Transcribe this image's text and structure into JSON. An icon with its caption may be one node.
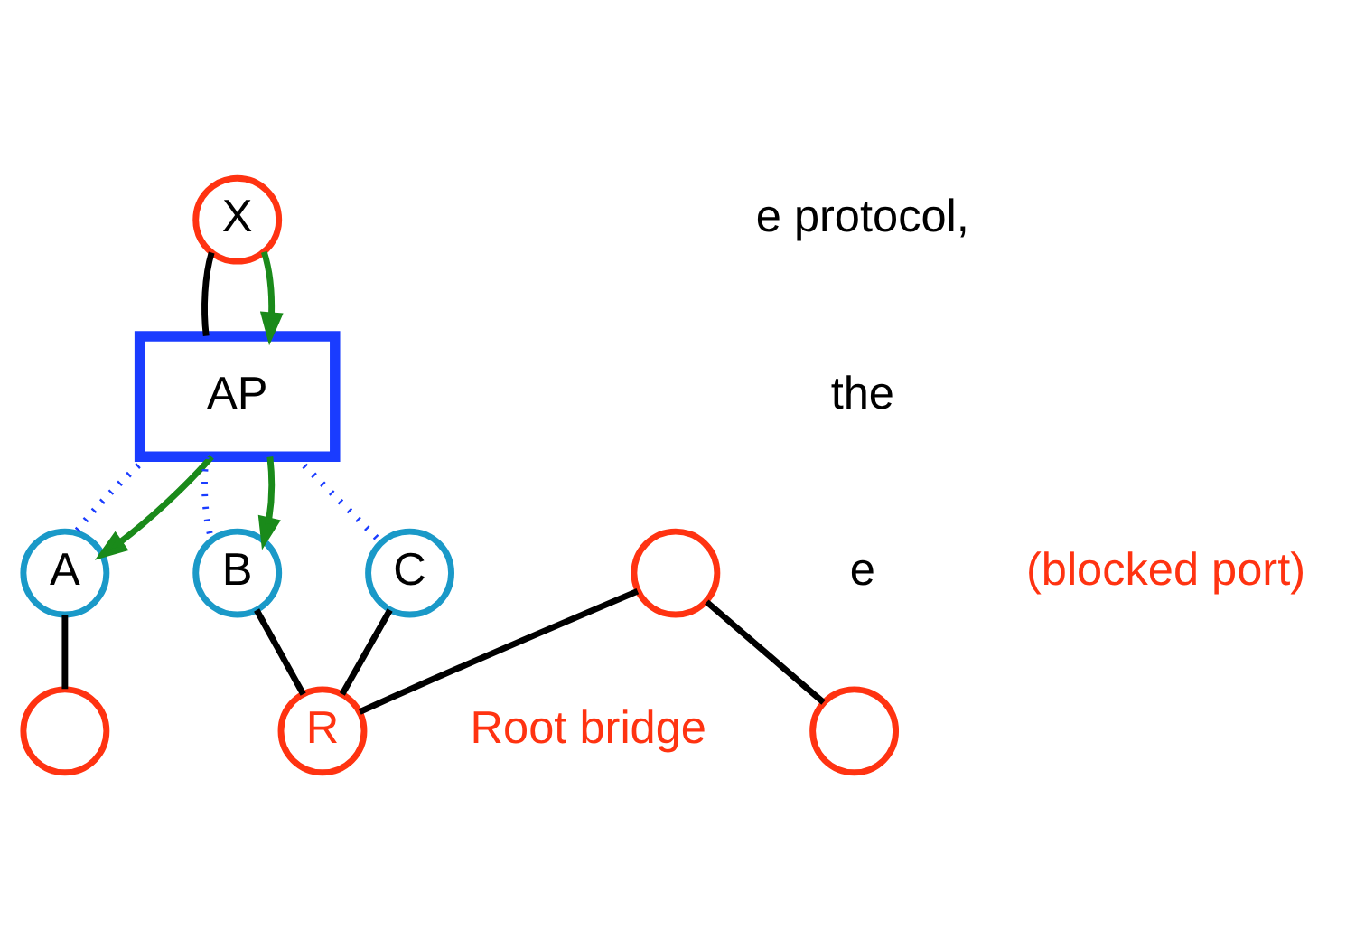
{
  "diagram": {
    "nodes": [
      {
        "text": [
          "X"
        ]
      },
      {
        "text": [
          "AP"
        ]
      },
      {
        "text": [
          "A"
        ]
      },
      {
        "text": [
          "B"
        ]
      },
      {
        "text": [
          "C"
        ]
      },
      {
        "text": [],
        "shape": "circle"
      },
      {
        "text": [],
        "shape": "circle"
      },
      {
        "text": [
          "R"
        ],
        "beside": [
          "Root bridge"
        ]
      },
      {
        "text": [],
        "shape": "circle"
      }
    ],
    "edges": [
      {
        "from": 0,
        "to": 1,
        "arrow": "none"
      },
      {
        "from": 0,
        "to": 1,
        "arrow": "to",
        "color": "#1a8a1a"
      },
      {
        "from": 1,
        "to": 2,
        "arrow": "none",
        "style": "dashed",
        "color": "#1a3cff"
      },
      {
        "from": 1,
        "to": 3,
        "arrow": "none",
        "style": "dashed",
        "color": "#1a3cff"
      },
      {
        "from": 1,
        "to": 4,
        "arrow": "none",
        "style": "dashed",
        "color": "#1a3cff"
      },
      {
        "from": 1,
        "to": 2,
        "arrow": "to",
        "color": "#1a8a1a"
      },
      {
        "from": 1,
        "to": 3,
        "arrow": "to",
        "color": "#1a8a1a"
      },
      {
        "from": 2,
        "to": 6,
        "arrow": "none"
      },
      {
        "from": 3,
        "to": 7,
        "arrow": "none"
      },
      {
        "from": 4,
        "to": 7,
        "arrow": "none"
      },
      {
        "from": 5,
        "to": 7,
        "arrow": "none"
      },
      {
        "from": 5,
        "to": 8,
        "arrow": "none"
      }
    ],
    "labels": [
      "e protocol,",
      "the",
      "e",
      "(blocked port)"
    ]
  }
}
